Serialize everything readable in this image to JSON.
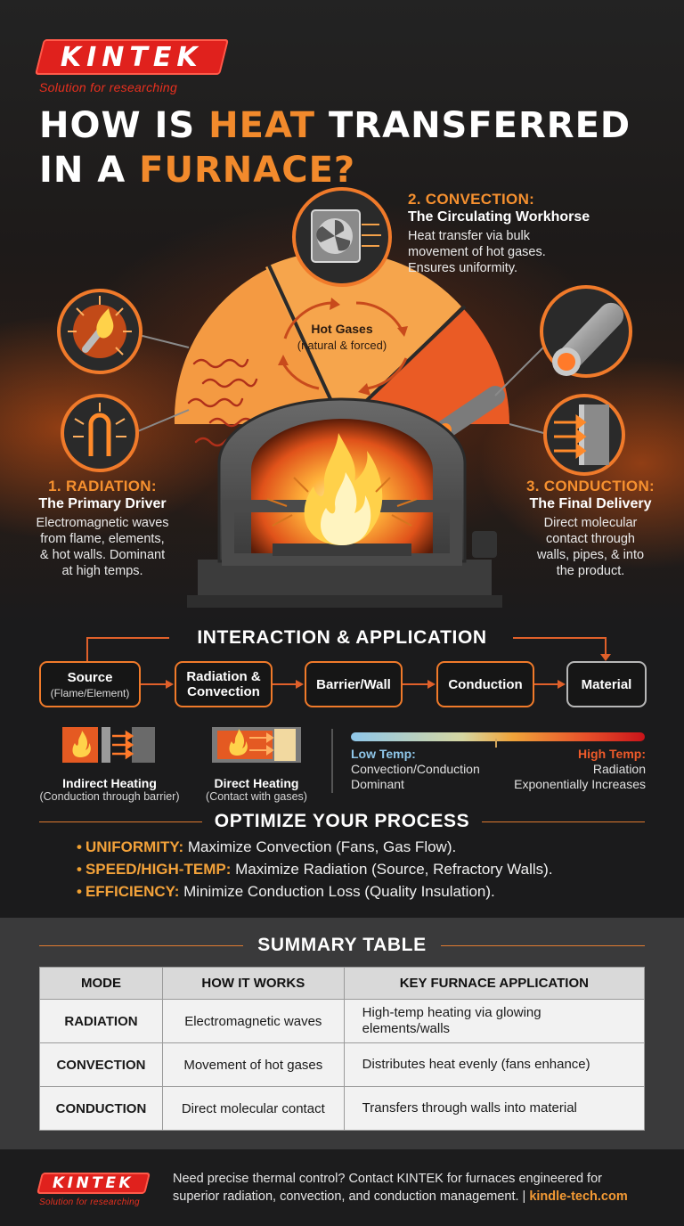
{
  "brand": {
    "name": "KINTEK",
    "tagline": "Solution for researching"
  },
  "headline": {
    "line1_a": "HOW IS ",
    "line1_hl": "HEAT",
    "line1_b": " TRANSFERRED",
    "line2_a": "IN A ",
    "line2_hl": "FURNACE?"
  },
  "modes": {
    "convection": {
      "title": "2. CONVECTION:",
      "subtitle": "The Circulating Workhorse",
      "desc_1": "Heat transfer via bulk",
      "desc_2": "movement of hot gases.",
      "desc_3": "Ensures uniformity."
    },
    "radiation": {
      "title": "1. RADIATION:",
      "subtitle": "The Primary Driver",
      "desc_1": "Electromagnetic waves",
      "desc_2": "from flame, elements,",
      "desc_3": "& hot walls. Dominant",
      "desc_4": "at high temps."
    },
    "conduction": {
      "title": "3. CONDUCTION:",
      "subtitle": "The Final Delivery",
      "desc_1": "Direct molecular",
      "desc_2": "contact through",
      "desc_3": "walls, pipes, & into",
      "desc_4": "the product."
    }
  },
  "hot_gases": {
    "label": "Hot Gases",
    "sub": "(natural & forced)"
  },
  "interaction": {
    "title": "INTERACTION & APPLICATION",
    "flow": [
      {
        "main": "Source",
        "sub": "(Flame/Element)"
      },
      {
        "main": "Radiation &",
        "main2": "Convection"
      },
      {
        "main": "Barrier/Wall"
      },
      {
        "main": "Conduction"
      },
      {
        "main": "Material"
      }
    ],
    "indirect": {
      "main": "Indirect Heating",
      "sub": "(Conduction through barrier)"
    },
    "direct": {
      "main": "Direct Heating",
      "sub": "(Contact with gases)"
    },
    "low_temp": {
      "label": "Low Temp:",
      "line1": "Convection/Conduction",
      "line2": "Dominant"
    },
    "high_temp": {
      "label": "High Temp:",
      "line1": "Radiation",
      "line2": "Exponentially Increases"
    }
  },
  "optimize": {
    "title": "OPTIMIZE YOUR PROCESS",
    "items": [
      {
        "key": "UNIFORMITY:",
        "text": " Maximize Convection (Fans, Gas Flow)."
      },
      {
        "key": "SPEED/HIGH-TEMP:",
        "text": " Maximize Radiation (Source, Refractory Walls)."
      },
      {
        "key": "EFFICIENCY:",
        "text": " Minimize Conduction Loss (Quality Insulation)."
      }
    ]
  },
  "summary": {
    "title": "SUMMARY TABLE",
    "headers": [
      "MODE",
      "HOW IT WORKS",
      "KEY FURNACE APPLICATION"
    ],
    "rows": [
      {
        "mode": "RADIATION",
        "how": "Electromagnetic waves",
        "app_1": "High-temp heating via glowing",
        "app_2": "elements/walls"
      },
      {
        "mode": "CONVECTION",
        "how": "Movement of hot gases",
        "app_1": "Distributes heat evenly (fans enhance)",
        "app_2": ""
      },
      {
        "mode": "CONDUCTION",
        "how": "Direct molecular contact",
        "app_1": "Transfers through walls into material",
        "app_2": ""
      }
    ]
  },
  "footer": {
    "line1": "Need precise thermal control? Contact KINTEK for furnaces engineered for",
    "line2": "superior radiation, convection, and conduction management. | ",
    "link": "kindle-tech.com"
  },
  "colors": {
    "accent_orange": "#f28a2c",
    "brand_red": "#e0211d",
    "low_temp_blue": "#8fc7ea",
    "high_temp_red": "#ee5a2a"
  }
}
